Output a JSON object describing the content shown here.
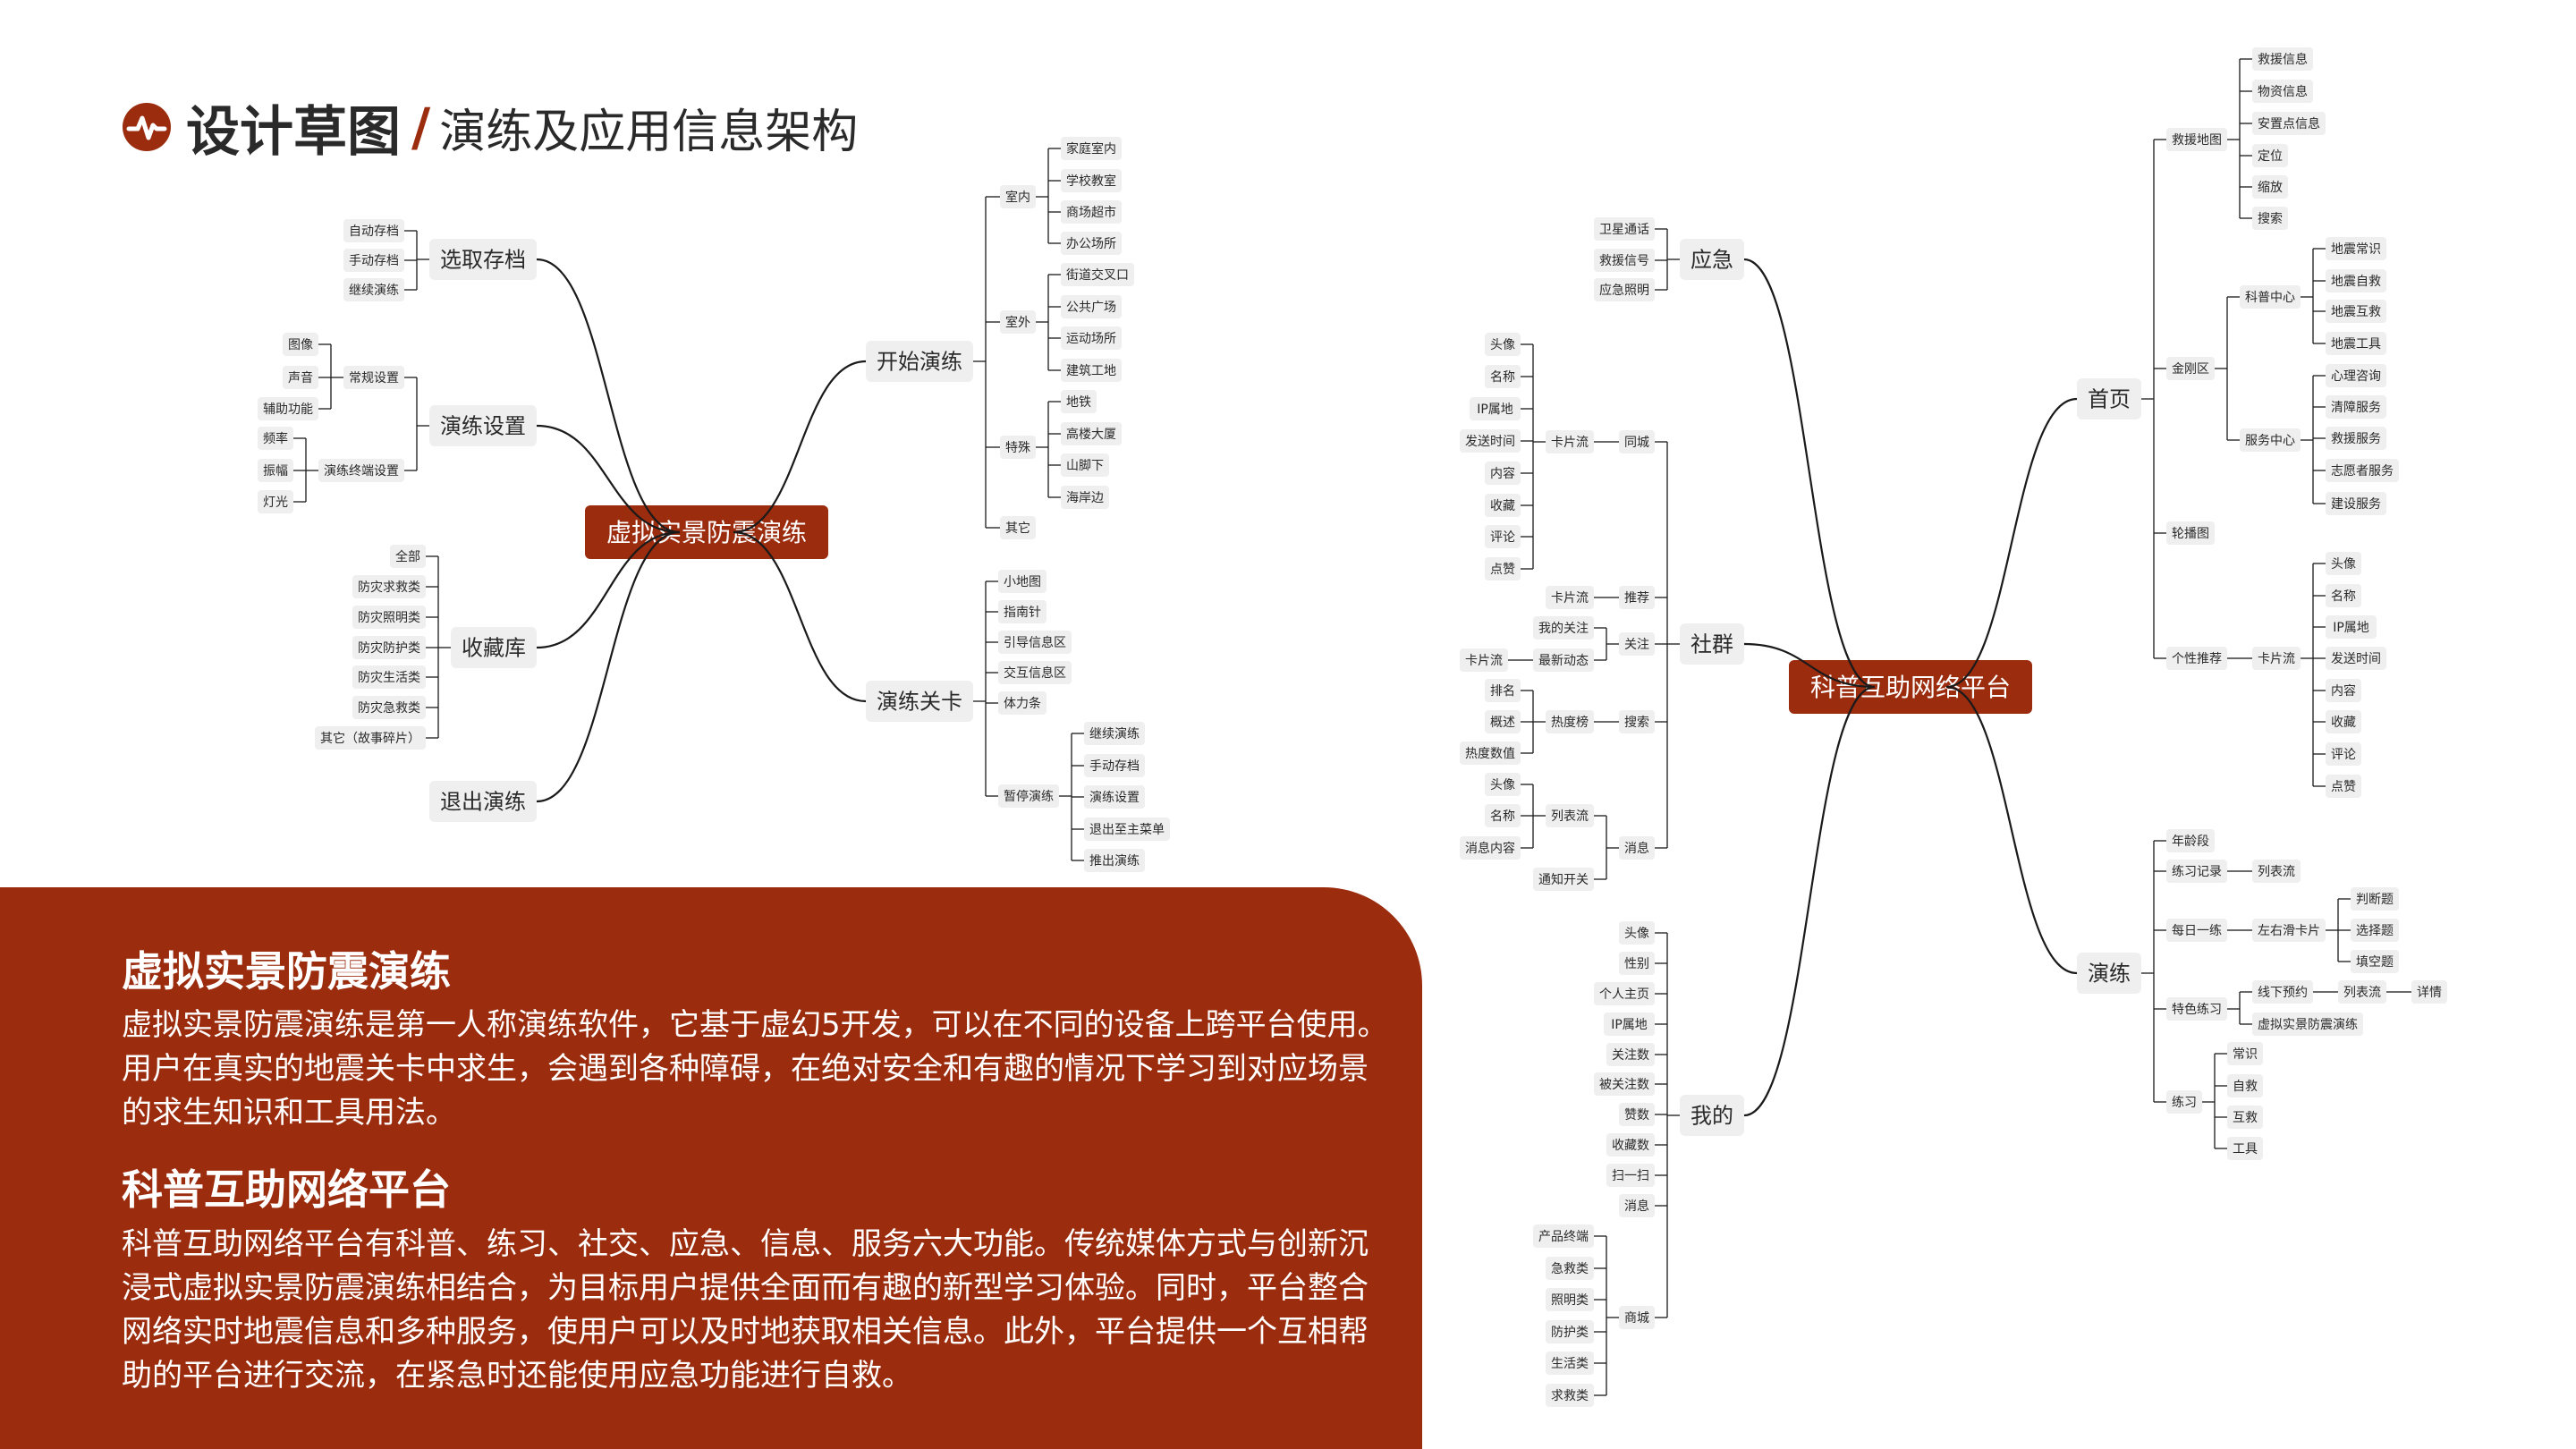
{
  "header": {
    "title": "设计草图",
    "separator": "/",
    "subtitle": "演练及应用信息架构"
  },
  "colors": {
    "accent": "#9b2c0e",
    "node_bg": "#efefef",
    "line": "#1a1a1a",
    "text": "#2a2a2a"
  },
  "left_map": {
    "root": "虚拟实景防震演练",
    "branches": [
      {
        "label": "选取存档",
        "children": [
          {
            "label": "自动存档"
          },
          {
            "label": "手动存档"
          },
          {
            "label": "继续演练"
          }
        ]
      },
      {
        "label": "演练设置",
        "children": [
          {
            "label": "常规设置",
            "children": [
              {
                "label": "图像"
              },
              {
                "label": "声音"
              },
              {
                "label": "辅助功能"
              }
            ]
          },
          {
            "label": "演练终端设置",
            "children": [
              {
                "label": "频率"
              },
              {
                "label": "振幅"
              },
              {
                "label": "灯光"
              }
            ]
          }
        ]
      },
      {
        "label": "收藏库",
        "children": [
          {
            "label": "全部"
          },
          {
            "label": "防灾求救类"
          },
          {
            "label": "防灾照明类"
          },
          {
            "label": "防灾防护类"
          },
          {
            "label": "防灾生活类"
          },
          {
            "label": "防灾急救类"
          },
          {
            "label": "其它（故事碎片）"
          }
        ]
      },
      {
        "label": "退出演练"
      },
      {
        "label": "开始演练",
        "children": [
          {
            "label": "室内",
            "children": [
              {
                "label": "家庭室内"
              },
              {
                "label": "学校教室"
              },
              {
                "label": "商场超市"
              },
              {
                "label": "办公场所"
              }
            ]
          },
          {
            "label": "室外",
            "children": [
              {
                "label": "街道交叉口"
              },
              {
                "label": "公共广场"
              },
              {
                "label": "运动场所"
              },
              {
                "label": "建筑工地"
              }
            ]
          },
          {
            "label": "特殊",
            "children": [
              {
                "label": "地铁"
              },
              {
                "label": "高楼大厦"
              },
              {
                "label": "山脚下"
              },
              {
                "label": "海岸边"
              }
            ]
          },
          {
            "label": "其它"
          }
        ]
      },
      {
        "label": "演练关卡",
        "children": [
          {
            "label": "小地图"
          },
          {
            "label": "指南针"
          },
          {
            "label": "引导信息区"
          },
          {
            "label": "交互信息区"
          },
          {
            "label": "体力条"
          },
          {
            "label": "暂停演练",
            "children": [
              {
                "label": "继续演练"
              },
              {
                "label": "手动存档"
              },
              {
                "label": "演练设置"
              },
              {
                "label": "退出至主菜单"
              },
              {
                "label": "推出演练"
              }
            ]
          }
        ]
      }
    ]
  },
  "right_map": {
    "root": "科普互助网络平台",
    "branches": [
      {
        "label": "应急",
        "children": [
          {
            "label": "卫星通话"
          },
          {
            "label": "救援信号"
          },
          {
            "label": "应急照明"
          }
        ]
      },
      {
        "label": "社群",
        "children": [
          {
            "label": "同城",
            "children": [
              {
                "label": "卡片流",
                "children": [
                  {
                    "label": "头像"
                  },
                  {
                    "label": "名称"
                  },
                  {
                    "label": "IP属地"
                  },
                  {
                    "label": "发送时间"
                  },
                  {
                    "label": "内容"
                  },
                  {
                    "label": "收藏"
                  },
                  {
                    "label": "评论"
                  },
                  {
                    "label": "点赞"
                  }
                ]
              }
            ]
          },
          {
            "label": "推荐",
            "children": [
              {
                "label": "卡片流"
              }
            ]
          },
          {
            "label": "关注",
            "children": [
              {
                "label": "我的关注"
              },
              {
                "label": "最新动态",
                "children": [
                  {
                    "label": "卡片流"
                  }
                ]
              }
            ]
          },
          {
            "label": "搜索",
            "children": [
              {
                "label": "热度榜",
                "children": [
                  {
                    "label": "排名"
                  },
                  {
                    "label": "概述"
                  },
                  {
                    "label": "热度数值"
                  }
                ]
              }
            ]
          },
          {
            "label": "消息",
            "children": [
              {
                "label": "列表流",
                "children": [
                  {
                    "label": "头像"
                  },
                  {
                    "label": "名称"
                  },
                  {
                    "label": "消息内容"
                  }
                ]
              },
              {
                "label": "通知开关"
              }
            ]
          }
        ]
      },
      {
        "label": "我的",
        "children": [
          {
            "label": "头像"
          },
          {
            "label": "性别"
          },
          {
            "label": "个人主页"
          },
          {
            "label": "IP属地"
          },
          {
            "label": "关注数"
          },
          {
            "label": "被关注数"
          },
          {
            "label": "赞数"
          },
          {
            "label": "收藏数"
          },
          {
            "label": "扫一扫"
          },
          {
            "label": "消息"
          },
          {
            "label": "商城",
            "children": [
              {
                "label": "产品终端"
              },
              {
                "label": "急救类"
              },
              {
                "label": "照明类"
              },
              {
                "label": "防护类"
              },
              {
                "label": "生活类"
              },
              {
                "label": "求救类"
              }
            ]
          }
        ]
      },
      {
        "label": "首页",
        "children": [
          {
            "label": "救援地图",
            "children": [
              {
                "label": "救援信息"
              },
              {
                "label": "物资信息"
              },
              {
                "label": "安置点信息"
              },
              {
                "label": "定位"
              },
              {
                "label": "缩放"
              },
              {
                "label": "搜索"
              }
            ]
          },
          {
            "label": "金刚区",
            "children": [
              {
                "label": "科普中心",
                "children": [
                  {
                    "label": "地震常识"
                  },
                  {
                    "label": "地震自救"
                  },
                  {
                    "label": "地震互救"
                  },
                  {
                    "label": "地震工具"
                  }
                ]
              },
              {
                "label": "服务中心",
                "children": [
                  {
                    "label": "心理咨询"
                  },
                  {
                    "label": "清障服务"
                  },
                  {
                    "label": "救援服务"
                  },
                  {
                    "label": "志愿者服务"
                  },
                  {
                    "label": "建设服务"
                  }
                ]
              }
            ]
          },
          {
            "label": "轮播图"
          },
          {
            "label": "个性推荐",
            "children": [
              {
                "label": "卡片流",
                "children": [
                  {
                    "label": "头像"
                  },
                  {
                    "label": "名称"
                  },
                  {
                    "label": "IP属地"
                  },
                  {
                    "label": "发送时间"
                  },
                  {
                    "label": "内容"
                  },
                  {
                    "label": "收藏"
                  },
                  {
                    "label": "评论"
                  },
                  {
                    "label": "点赞"
                  }
                ]
              }
            ]
          }
        ]
      },
      {
        "label": "演练",
        "children": [
          {
            "label": "年龄段"
          },
          {
            "label": "练习记录",
            "children": [
              {
                "label": "列表流"
              }
            ]
          },
          {
            "label": "每日一练",
            "children": [
              {
                "label": "左右滑卡片",
                "children": [
                  {
                    "label": "判断题"
                  },
                  {
                    "label": "选择题"
                  },
                  {
                    "label": "填空题"
                  }
                ]
              }
            ]
          },
          {
            "label": "特色练习",
            "children": [
              {
                "label": "线下预约",
                "children": [
                  {
                    "label": "列表流",
                    "children": [
                      {
                        "label": "详情"
                      }
                    ]
                  }
                ]
              },
              {
                "label": "虚拟实景防震演练"
              }
            ]
          },
          {
            "label": "练习",
            "children": [
              {
                "label": "常识"
              },
              {
                "label": "自救"
              },
              {
                "label": "互救"
              },
              {
                "label": "工具"
              }
            ]
          }
        ]
      }
    ]
  },
  "panel": {
    "section1_title": "虚拟实景防震演练",
    "section1_body": "虚拟实景防震演练是第一人称演练软件，它基于虚幻5开发，可以在不同的设备上跨平台使用。用户在真实的地震关卡中求生，会遇到各种障碍，在绝对安全和有趣的情况下学习到对应场景的求生知识和工具用法。",
    "section2_title": "科普互助网络平台",
    "section2_body": "科普互助网络平台有科普、练习、社交、应急、信息、服务六大功能。传统媒体方式与创新沉浸式虚拟实景防震演练相结合，为目标用户提供全面而有趣的新型学习体验。同时，平台整合网络实时地震信息和多种服务，使用户可以及时地获取相关信息。此外，平台提供一个互相帮助的平台进行交流，在紧急时还能使用应急功能进行自救。"
  }
}
